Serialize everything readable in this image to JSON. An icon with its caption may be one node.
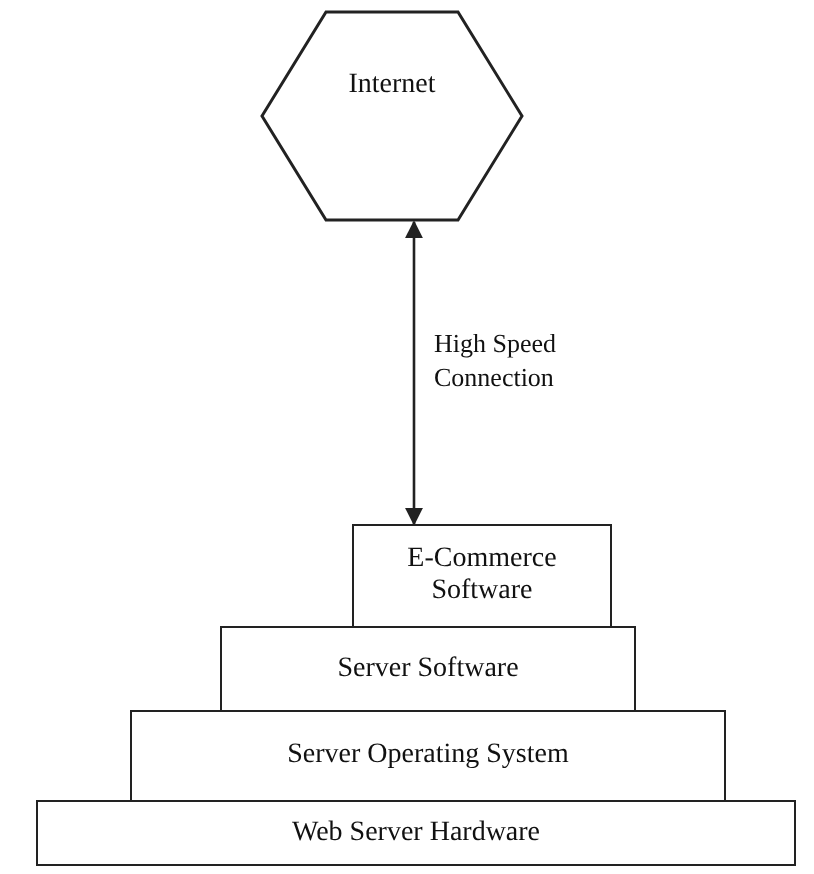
{
  "diagram": {
    "nodes": [
      {
        "text": [
          "Internet"
        ]
      },
      {
        "text": [
          "E-Commerce Software"
        ]
      },
      {
        "text": [
          "Server Software"
        ]
      },
      {
        "text": [
          "Server Operating System"
        ]
      },
      {
        "text": [
          "Web Server Hardware"
        ]
      }
    ],
    "edges": [
      {
        "from": 0,
        "to": 1,
        "arrow": "both",
        "label": "High Speed Connection"
      }
    ]
  }
}
